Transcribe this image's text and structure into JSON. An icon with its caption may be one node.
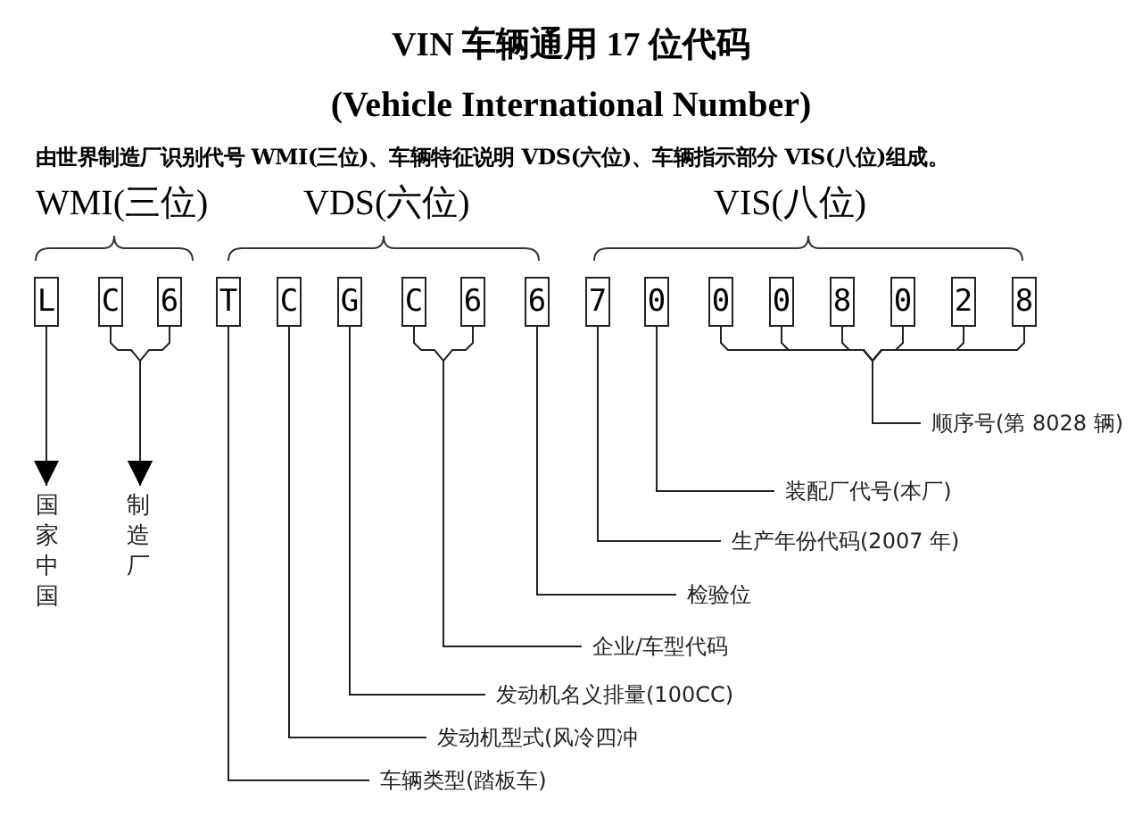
{
  "diagram": {
    "title": "VIN  车辆通用 17 位代码",
    "nodes": [
      {
        "text": [
          "L"
        ]
      },
      {
        "text": [
          "C"
        ]
      },
      {
        "text": [
          "6"
        ]
      },
      {
        "text": [
          "T"
        ]
      },
      {
        "text": [
          "C"
        ]
      },
      {
        "text": [
          "G"
        ]
      },
      {
        "text": [
          "C"
        ]
      },
      {
        "text": [
          "6"
        ]
      },
      {
        "text": [
          "6"
        ]
      },
      {
        "text": [
          "7"
        ]
      },
      {
        "text": [
          "0"
        ]
      },
      {
        "text": [
          "0"
        ]
      },
      {
        "text": [
          "0"
        ]
      },
      {
        "text": [
          "8"
        ]
      },
      {
        "text": [
          "0"
        ]
      },
      {
        "text": [
          "2"
        ]
      },
      {
        "text": [
          "8"
        ]
      },
      {
        "text": [
          "国家中国"
        ]
      },
      {
        "text": [
          "制造厂"
        ]
      },
      {
        "text": [
          "顺序号(第 8028 辆)"
        ]
      },
      {
        "text": [
          "装配厂代号(本厂)"
        ]
      },
      {
        "text": [
          "生产年份代码(2007 年)"
        ]
      },
      {
        "text": [
          "检验位"
        ]
      },
      {
        "text": [
          "企业/车型代码"
        ]
      },
      {
        "text": [
          "发动机名义排量(100CC)"
        ]
      },
      {
        "text": [
          "发动机型式(风冷四冲"
        ]
      },
      {
        "text": [
          "车辆类型(踏板车)"
        ]
      }
    ],
    "edges": [
      {
        "from": 0,
        "to": 17,
        "arrow": "to"
      },
      {
        "from": 1,
        "to": 18,
        "arrow": "to"
      },
      {
        "from": 2,
        "to": 18,
        "arrow": "to"
      },
      {
        "from": 11,
        "to": 19,
        "arrow": "none"
      },
      {
        "from": 12,
        "to": 19,
        "arrow": "none"
      },
      {
        "from": 13,
        "to": 19,
        "arrow": "none"
      },
      {
        "from": 14,
        "to": 19,
        "arrow": "none"
      },
      {
        "from": 15,
        "to": 19,
        "arrow": "none"
      },
      {
        "from": 16,
        "to": 19,
        "arrow": "none"
      },
      {
        "from": 10,
        "to": 20,
        "arrow": "none"
      },
      {
        "from": 9,
        "to": 21,
        "arrow": "none"
      },
      {
        "from": 8,
        "to": 22,
        "arrow": "none"
      },
      {
        "from": 6,
        "to": 23,
        "arrow": "none"
      },
      {
        "from": 7,
        "to": 23,
        "arrow": "none"
      },
      {
        "from": 5,
        "to": 24,
        "arrow": "none"
      },
      {
        "from": 4,
        "to": 25,
        "arrow": "none"
      },
      {
        "from": 3,
        "to": 26,
        "arrow": "none"
      }
    ],
    "labels": [
      "(Vehicle International Number)",
      "由世界制造厂识别代号 WMI(三位)、车辆特征说明 VDS(六位)、车辆指示部分 VIS(八位)组成。",
      "WMI(三位)",
      "VDS(六位)",
      "VIS(八位)"
    ]
  }
}
